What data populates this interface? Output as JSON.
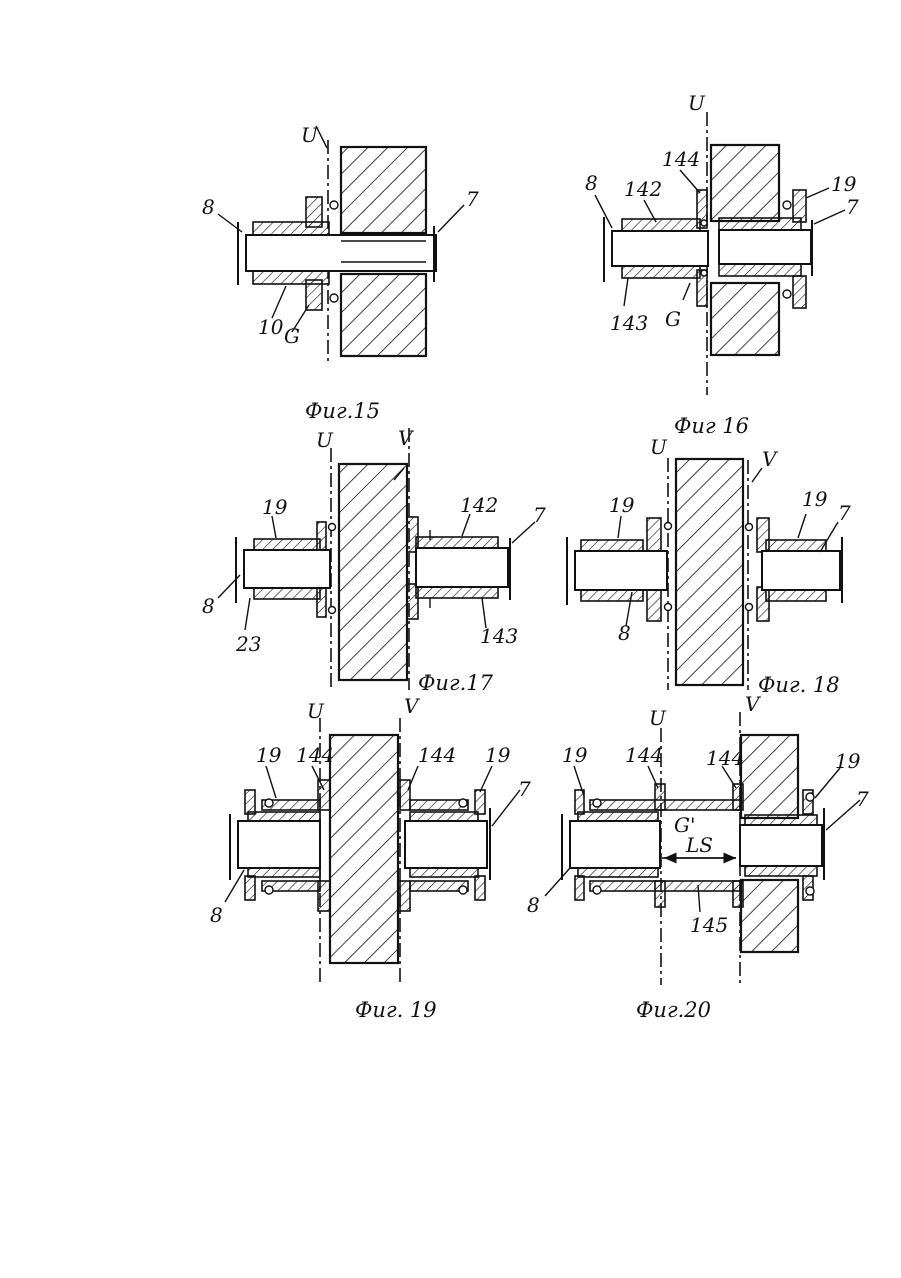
{
  "figures": [
    {
      "id": "fig15",
      "caption": "Фиг.15",
      "labels": [
        "U",
        "8",
        "7",
        "10",
        "G"
      ]
    },
    {
      "id": "fig16",
      "caption": "Фиг 16",
      "labels": [
        "U",
        "144",
        "8",
        "142",
        "19",
        "7",
        "143",
        "G"
      ]
    },
    {
      "id": "fig17",
      "caption": "Фиг.17",
      "labels": [
        "U",
        "V",
        "19",
        "142",
        "7",
        "8",
        "23",
        "143"
      ]
    },
    {
      "id": "fig18",
      "caption": "Фиг. 18",
      "labels": [
        "U",
        "V",
        "19",
        "19",
        "7",
        "8"
      ]
    },
    {
      "id": "fig19",
      "caption": "Фиг. 19",
      "labels": [
        "U",
        "V",
        "19",
        "144",
        "144",
        "19",
        "7",
        "8"
      ]
    },
    {
      "id": "fig20",
      "caption": "Фиг.20",
      "labels": [
        "U",
        "V",
        "19",
        "144",
        "144",
        "19",
        "7",
        "G'",
        "LS",
        "8",
        "145"
      ]
    }
  ]
}
